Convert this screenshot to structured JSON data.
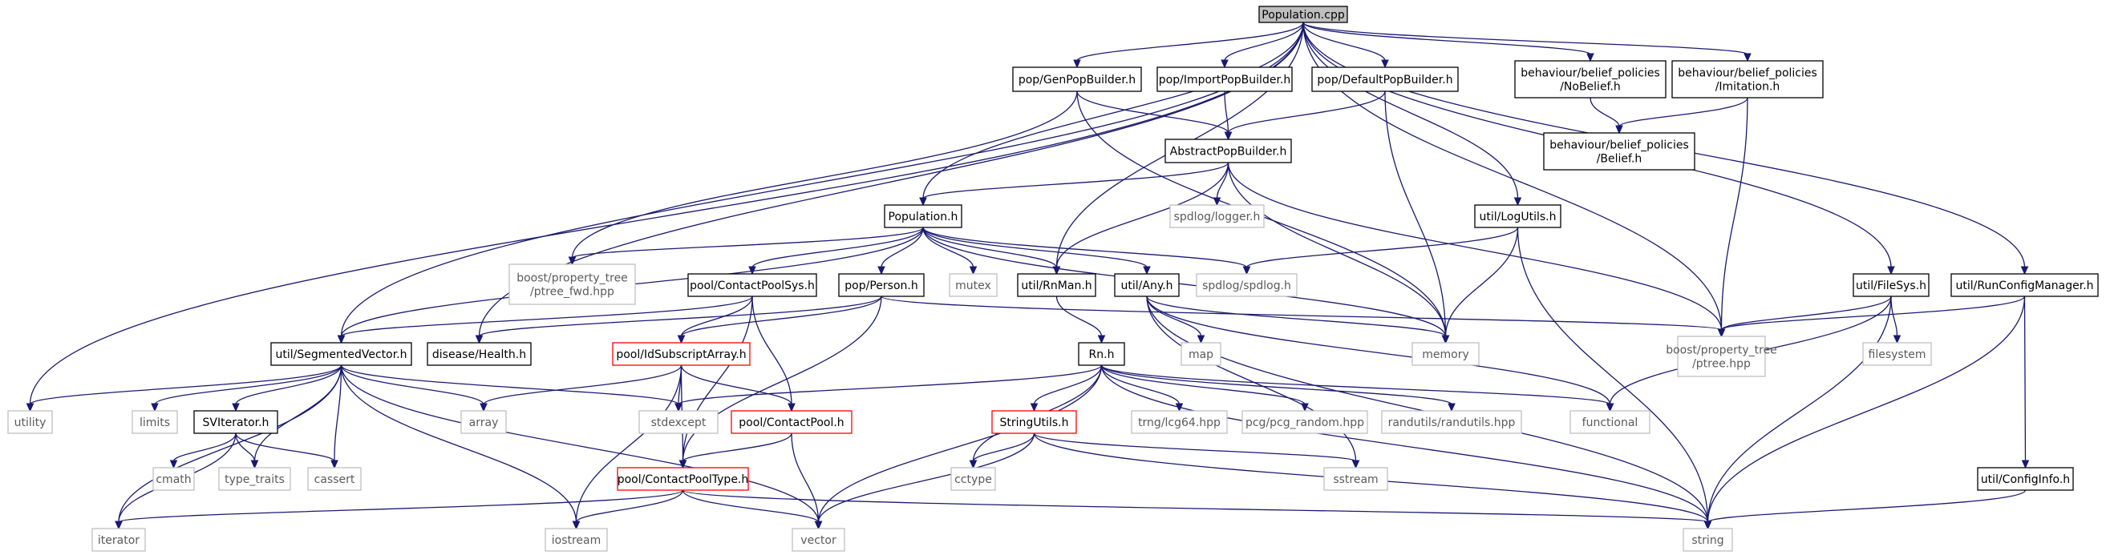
{
  "diagram": {
    "type": "include-dependency-graph",
    "nodes": [
      {
        "id": "root",
        "lines": [
          "Population.cpp"
        ],
        "style": "root"
      },
      {
        "id": "genpop",
        "lines": [
          "pop/GenPopBuilder.h"
        ],
        "style": "normal"
      },
      {
        "id": "importpop",
        "lines": [
          "pop/ImportPopBuilder.h"
        ],
        "style": "normal"
      },
      {
        "id": "defpop",
        "lines": [
          "pop/DefaultPopBuilder.h"
        ],
        "style": "normal"
      },
      {
        "id": "nobelief",
        "lines": [
          "behaviour/belief_policies",
          "/NoBelief.h"
        ],
        "style": "normal"
      },
      {
        "id": "imitation",
        "lines": [
          "behaviour/belief_policies",
          "/Imitation.h"
        ],
        "style": "normal"
      },
      {
        "id": "belief",
        "lines": [
          "behaviour/belief_policies",
          "/Belief.h"
        ],
        "style": "normal"
      },
      {
        "id": "abstract",
        "lines": [
          "AbstractPopBuilder.h"
        ],
        "style": "normal"
      },
      {
        "id": "population",
        "lines": [
          "Population.h"
        ],
        "style": "normal"
      },
      {
        "id": "logger",
        "lines": [
          "spdlog/logger.h"
        ],
        "style": "ext"
      },
      {
        "id": "logutils",
        "lines": [
          "util/LogUtils.h"
        ],
        "style": "normal"
      },
      {
        "id": "ptreefwd",
        "lines": [
          "boost/property_tree",
          "/ptree_fwd.hpp"
        ],
        "style": "ext"
      },
      {
        "id": "cpsys",
        "lines": [
          "pool/ContactPoolSys.h"
        ],
        "style": "normal"
      },
      {
        "id": "person",
        "lines": [
          "pop/Person.h"
        ],
        "style": "normal"
      },
      {
        "id": "mutex",
        "lines": [
          "mutex"
        ],
        "style": "ext"
      },
      {
        "id": "rnman",
        "lines": [
          "util/RnMan.h"
        ],
        "style": "normal"
      },
      {
        "id": "any",
        "lines": [
          "util/Any.h"
        ],
        "style": "normal"
      },
      {
        "id": "spdlog",
        "lines": [
          "spdlog/spdlog.h"
        ],
        "style": "ext"
      },
      {
        "id": "filesys",
        "lines": [
          "util/FileSys.h"
        ],
        "style": "normal"
      },
      {
        "id": "runconfig",
        "lines": [
          "util/RunConfigManager.h"
        ],
        "style": "normal"
      },
      {
        "id": "segvec",
        "lines": [
          "util/SegmentedVector.h"
        ],
        "style": "normal"
      },
      {
        "id": "health",
        "lines": [
          "disease/Health.h"
        ],
        "style": "normal"
      },
      {
        "id": "idsub",
        "lines": [
          "pool/IdSubscriptArray.h"
        ],
        "style": "red"
      },
      {
        "id": "rn",
        "lines": [
          "Rn.h"
        ],
        "style": "normal"
      },
      {
        "id": "map",
        "lines": [
          "map"
        ],
        "style": "ext"
      },
      {
        "id": "memory",
        "lines": [
          "memory"
        ],
        "style": "ext"
      },
      {
        "id": "ptree",
        "lines": [
          "boost/property_tree",
          "/ptree.hpp"
        ],
        "style": "ext"
      },
      {
        "id": "filesystem",
        "lines": [
          "filesystem"
        ],
        "style": "ext"
      },
      {
        "id": "utility",
        "lines": [
          "utility"
        ],
        "style": "ext"
      },
      {
        "id": "limits",
        "lines": [
          "limits"
        ],
        "style": "ext"
      },
      {
        "id": "sviter",
        "lines": [
          "SVIterator.h"
        ],
        "style": "normal"
      },
      {
        "id": "array",
        "lines": [
          "array"
        ],
        "style": "ext"
      },
      {
        "id": "stdexcept",
        "lines": [
          "stdexcept"
        ],
        "style": "ext"
      },
      {
        "id": "cpool",
        "lines": [
          "pool/ContactPool.h"
        ],
        "style": "red"
      },
      {
        "id": "strutils",
        "lines": [
          "StringUtils.h"
        ],
        "style": "red"
      },
      {
        "id": "trng",
        "lines": [
          "trng/lcg64.hpp"
        ],
        "style": "ext"
      },
      {
        "id": "pcg",
        "lines": [
          "pcg/pcg_random.hpp"
        ],
        "style": "ext"
      },
      {
        "id": "randutils",
        "lines": [
          "randutils/randutils.hpp"
        ],
        "style": "ext"
      },
      {
        "id": "functional",
        "lines": [
          "functional"
        ],
        "style": "ext"
      },
      {
        "id": "cmath",
        "lines": [
          "cmath"
        ],
        "style": "ext"
      },
      {
        "id": "typetraits",
        "lines": [
          "type_traits"
        ],
        "style": "ext"
      },
      {
        "id": "cassert",
        "lines": [
          "cassert"
        ],
        "style": "ext"
      },
      {
        "id": "cptype",
        "lines": [
          "pool/ContactPoolType.h"
        ],
        "style": "red"
      },
      {
        "id": "cctype",
        "lines": [
          "cctype"
        ],
        "style": "ext"
      },
      {
        "id": "sstream",
        "lines": [
          "sstream"
        ],
        "style": "ext"
      },
      {
        "id": "configinfo",
        "lines": [
          "util/ConfigInfo.h"
        ],
        "style": "normal"
      },
      {
        "id": "iterator",
        "lines": [
          "iterator"
        ],
        "style": "ext"
      },
      {
        "id": "iostream",
        "lines": [
          "iostream"
        ],
        "style": "ext"
      },
      {
        "id": "vector",
        "lines": [
          "vector"
        ],
        "style": "ext"
      },
      {
        "id": "string",
        "lines": [
          "string"
        ],
        "style": "ext"
      }
    ],
    "edges": [
      [
        "root",
        "genpop"
      ],
      [
        "root",
        "importpop"
      ],
      [
        "root",
        "defpop"
      ],
      [
        "root",
        "nobelief"
      ],
      [
        "root",
        "imitation"
      ],
      [
        "root",
        "population"
      ],
      [
        "root",
        "rnman"
      ],
      [
        "root",
        "logutils"
      ],
      [
        "root",
        "filesys"
      ],
      [
        "root",
        "runconfig"
      ],
      [
        "root",
        "segvec"
      ],
      [
        "root",
        "health"
      ],
      [
        "root",
        "utility"
      ],
      [
        "root",
        "ptree"
      ],
      [
        "genpop",
        "abstract"
      ],
      [
        "genpop",
        "ptreefwd"
      ],
      [
        "genpop",
        "memory"
      ],
      [
        "importpop",
        "abstract"
      ],
      [
        "defpop",
        "abstract"
      ],
      [
        "defpop",
        "memory"
      ],
      [
        "nobelief",
        "belief"
      ],
      [
        "imitation",
        "belief"
      ],
      [
        "imitation",
        "ptree"
      ],
      [
        "abstract",
        "population"
      ],
      [
        "abstract",
        "logger"
      ],
      [
        "abstract",
        "rnman"
      ],
      [
        "abstract",
        "memory"
      ],
      [
        "abstract",
        "ptree"
      ],
      [
        "population",
        "ptreefwd"
      ],
      [
        "population",
        "cpsys"
      ],
      [
        "population",
        "person"
      ],
      [
        "population",
        "mutex"
      ],
      [
        "population",
        "rnman"
      ],
      [
        "population",
        "any"
      ],
      [
        "population",
        "spdlog"
      ],
      [
        "population",
        "segvec"
      ],
      [
        "population",
        "memory"
      ],
      [
        "logutils",
        "spdlog"
      ],
      [
        "logutils",
        "memory"
      ],
      [
        "logutils",
        "string"
      ],
      [
        "cpsys",
        "segvec"
      ],
      [
        "cpsys",
        "idsub"
      ],
      [
        "cpsys",
        "cpool"
      ],
      [
        "cpsys",
        "cptype"
      ],
      [
        "person",
        "health"
      ],
      [
        "person",
        "idsub"
      ],
      [
        "person",
        "cptype"
      ],
      [
        "person",
        "ptree"
      ],
      [
        "rnman",
        "rn"
      ],
      [
        "any",
        "map"
      ],
      [
        "any",
        "memory"
      ],
      [
        "any",
        "functional"
      ],
      [
        "any",
        "sstream"
      ],
      [
        "any",
        "string"
      ],
      [
        "filesys",
        "ptree"
      ],
      [
        "filesys",
        "filesystem"
      ],
      [
        "filesys",
        "functional"
      ],
      [
        "filesys",
        "string"
      ],
      [
        "runconfig",
        "ptree"
      ],
      [
        "runconfig",
        "configinfo"
      ],
      [
        "runconfig",
        "string"
      ],
      [
        "segvec",
        "utility"
      ],
      [
        "segvec",
        "limits"
      ],
      [
        "segvec",
        "sviter"
      ],
      [
        "segvec",
        "array"
      ],
      [
        "segvec",
        "stdexcept"
      ],
      [
        "segvec",
        "typetraits"
      ],
      [
        "segvec",
        "cassert"
      ],
      [
        "segvec",
        "iterator"
      ],
      [
        "segvec",
        "iostream"
      ],
      [
        "segvec",
        "vector"
      ],
      [
        "idsub",
        "array"
      ],
      [
        "idsub",
        "stdexcept"
      ],
      [
        "idsub",
        "cpool"
      ],
      [
        "idsub",
        "cptype"
      ],
      [
        "idsub",
        "iostream"
      ],
      [
        "rn",
        "stdexcept"
      ],
      [
        "rn",
        "strutils"
      ],
      [
        "rn",
        "trng"
      ],
      [
        "rn",
        "pcg"
      ],
      [
        "rn",
        "randutils"
      ],
      [
        "rn",
        "functional"
      ],
      [
        "rn",
        "cctype"
      ],
      [
        "rn",
        "vector"
      ],
      [
        "rn",
        "string"
      ],
      [
        "sviter",
        "cmath"
      ],
      [
        "sviter",
        "typetraits"
      ],
      [
        "sviter",
        "cassert"
      ],
      [
        "sviter",
        "iterator"
      ],
      [
        "cpool",
        "cptype"
      ],
      [
        "cpool",
        "vector"
      ],
      [
        "strutils",
        "cctype"
      ],
      [
        "strutils",
        "sstream"
      ],
      [
        "strutils",
        "vector"
      ],
      [
        "strutils",
        "string"
      ],
      [
        "cptype",
        "iterator"
      ],
      [
        "cptype",
        "iostream"
      ],
      [
        "cptype",
        "vector"
      ],
      [
        "cptype",
        "string"
      ],
      [
        "configinfo",
        "string"
      ]
    ]
  }
}
